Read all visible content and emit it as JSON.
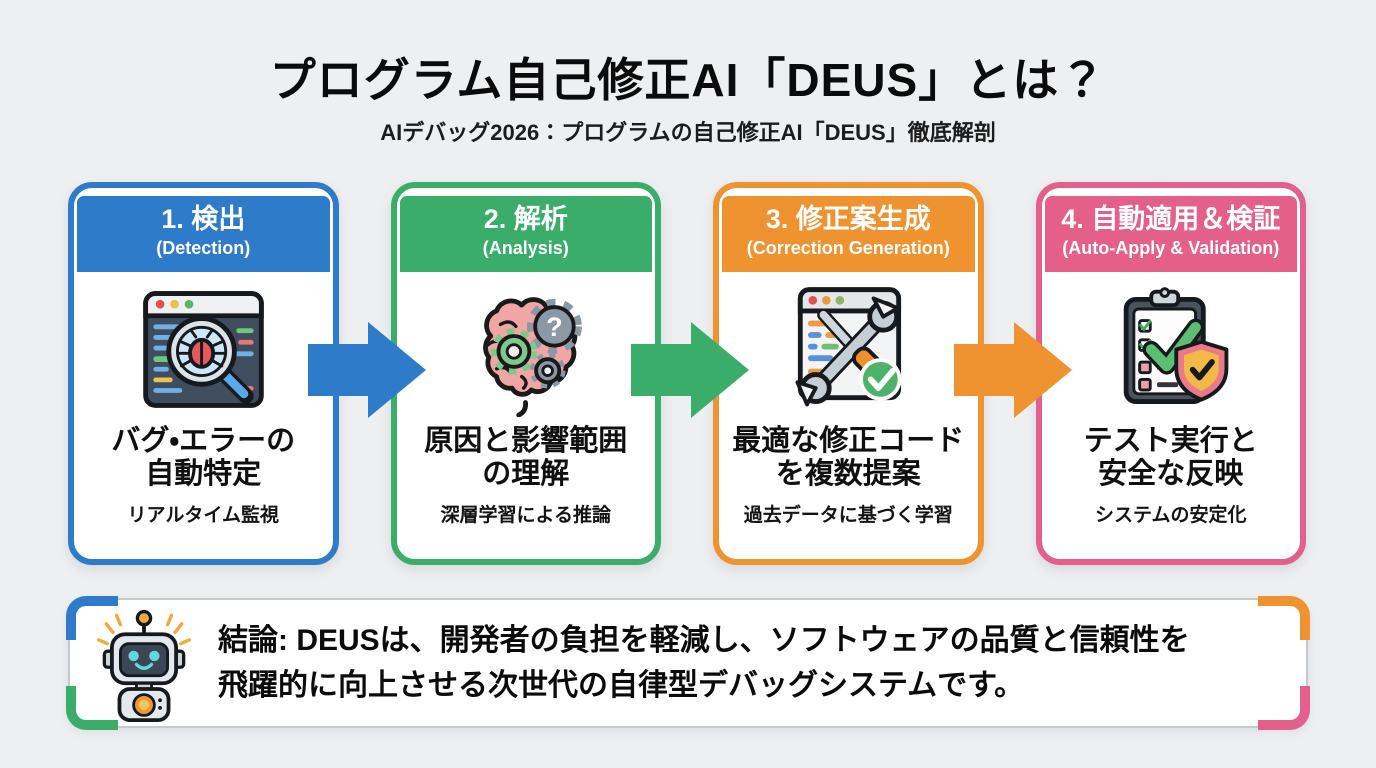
{
  "header": {
    "title": "プログラム自己修正AI「DEUS」とは？",
    "subtitle": "AIデバッグ2026：プログラムの自己修正AI「DEUS」徹底解剖"
  },
  "steps": [
    {
      "title": "1. 検出",
      "subtitle": "(Detection)",
      "line1": "バグ・エラーの",
      "line2": "自動特定",
      "note": "リアルタイム監視",
      "color": "#2e7cc9",
      "icon": "bug-magnifier-browser-icon"
    },
    {
      "title": "2. 解析",
      "subtitle": "(Analysis)",
      "line1": "原因と影響範囲",
      "line2": "の理解",
      "note": "深層学習による推論",
      "color": "#3bad6b",
      "icon": "brain-gears-icon"
    },
    {
      "title": "3. 修正案生成",
      "subtitle": "(Correction Generation)",
      "line1": "最適な修正コード",
      "line2": "を複数提案",
      "note": "過去データに基づく学習",
      "color": "#ee9330",
      "icon": "wrench-screwdriver-check-icon"
    },
    {
      "title": "4. 自動適用＆検証",
      "subtitle": "(Auto-Apply & Validation)",
      "line1": "テスト実行と",
      "line2": "安全な反映",
      "note": "システムの安定化",
      "color": "#e4608a",
      "icon": "clipboard-shield-check-icon"
    }
  ],
  "arrows": [
    {
      "color": "#2e7cc9"
    },
    {
      "color": "#3bad6b"
    },
    {
      "color": "#ee9330"
    }
  ],
  "conclusion": {
    "icon": "robot-icon",
    "line1": "結論: DEUSは、開発者の負担を軽減し、ソフトウェアの品質と信頼性を",
    "line2": "飛躍的に向上させる次世代の自律型デバッグシステムです。",
    "corner_colors": {
      "top_left": "#2e7cc9",
      "top_right": "#ee9330",
      "bottom_left": "#3bad6b",
      "bottom_right": "#e4608a"
    }
  },
  "colors": {
    "background": "#edeff1",
    "card_background": "#ffffff",
    "text": "#0d0d0d",
    "box_border": "#c6cacd"
  }
}
